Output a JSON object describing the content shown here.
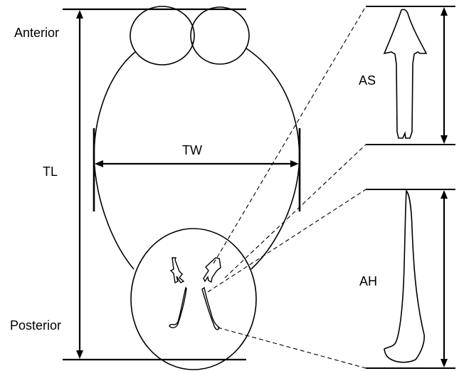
{
  "labels": {
    "anterior": "Anterior",
    "posterior": "Posterior",
    "total_length": "TL",
    "total_width": "TW",
    "anchor_spike": "AS",
    "anchor_hook": "AH"
  },
  "colors": {
    "stroke": "#000000",
    "background": "#ffffff"
  }
}
